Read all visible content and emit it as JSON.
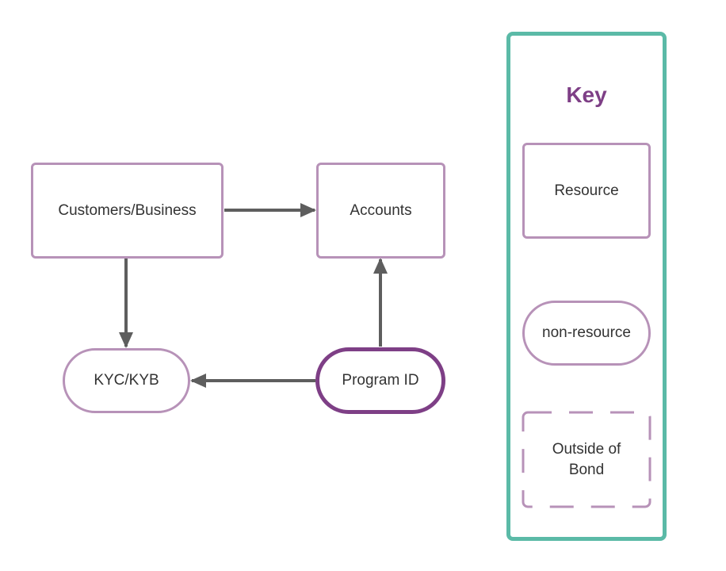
{
  "colors": {
    "resource_border": "#b792b8",
    "program_border": "#7e3f86",
    "key_border": "#5bbaa7",
    "key_title": "#7e3f86",
    "arrow": "#5e5e5e",
    "text": "#333333"
  },
  "diagram": {
    "nodes": {
      "customers": {
        "label": "Customers/Business",
        "shape": "resource"
      },
      "accounts": {
        "label": "Accounts",
        "shape": "resource"
      },
      "kyc": {
        "label": "KYC/KYB",
        "shape": "non-resource"
      },
      "program": {
        "label": "Program ID",
        "shape": "non-resource-emphasized"
      }
    },
    "edges": [
      {
        "from": "Customers/Business",
        "to": "Accounts"
      },
      {
        "from": "Customers/Business",
        "to": "KYC/KYB"
      },
      {
        "from": "Program ID",
        "to": "Accounts"
      },
      {
        "from": "Program ID",
        "to": "KYC/KYB"
      }
    ]
  },
  "key": {
    "title": "Key",
    "items": [
      {
        "label": "Resource",
        "style": "solid-rectangle"
      },
      {
        "label": "non-resource",
        "style": "rounded-pill"
      },
      {
        "label": "Outside of Bond",
        "style": "dashed-rectangle"
      }
    ]
  }
}
